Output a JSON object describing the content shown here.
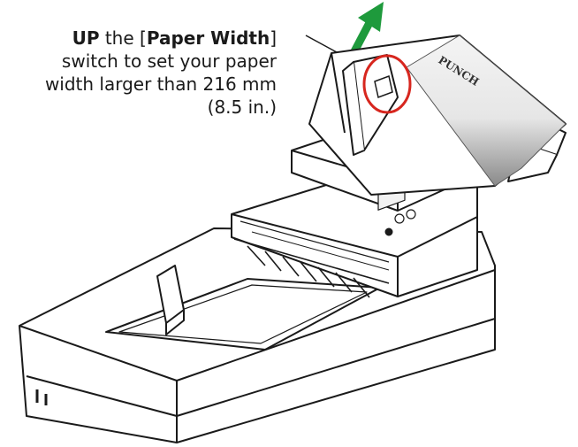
{
  "instruction": {
    "line1_prefix": "",
    "line1_action": "UP",
    "line1_middle": " the [",
    "line1_term": "Paper Width",
    "line1_suffix": "]",
    "line2": "switch to set your paper",
    "line3": "width larger than 216 mm",
    "line4": "(8.5 in.)"
  },
  "paper_stamp": "PUNCH",
  "colors": {
    "arrow": "#1e9a3c",
    "highlight_circle": "#d7261e",
    "outline": "#1a1a1a"
  },
  "illustration": {
    "subject": "flatbed scanner with automatic document feeder",
    "icons": [
      "up-arrow-icon",
      "highlight-circle-icon"
    ]
  }
}
